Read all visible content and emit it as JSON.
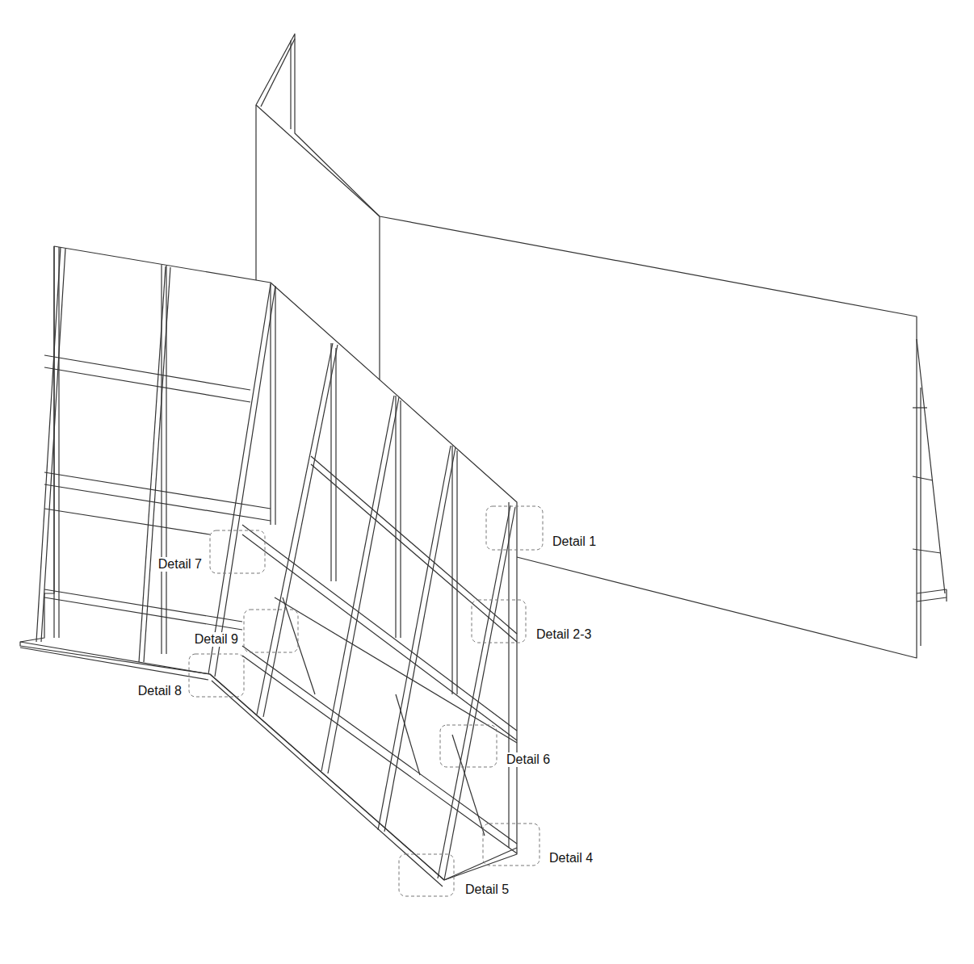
{
  "diagram": {
    "labels": [
      "Detail 1",
      "Detail 7",
      "Detail 2-3",
      "Detail 9",
      "Detail 8",
      "Detail 6",
      "Detail 4",
      "Detail 5"
    ]
  }
}
